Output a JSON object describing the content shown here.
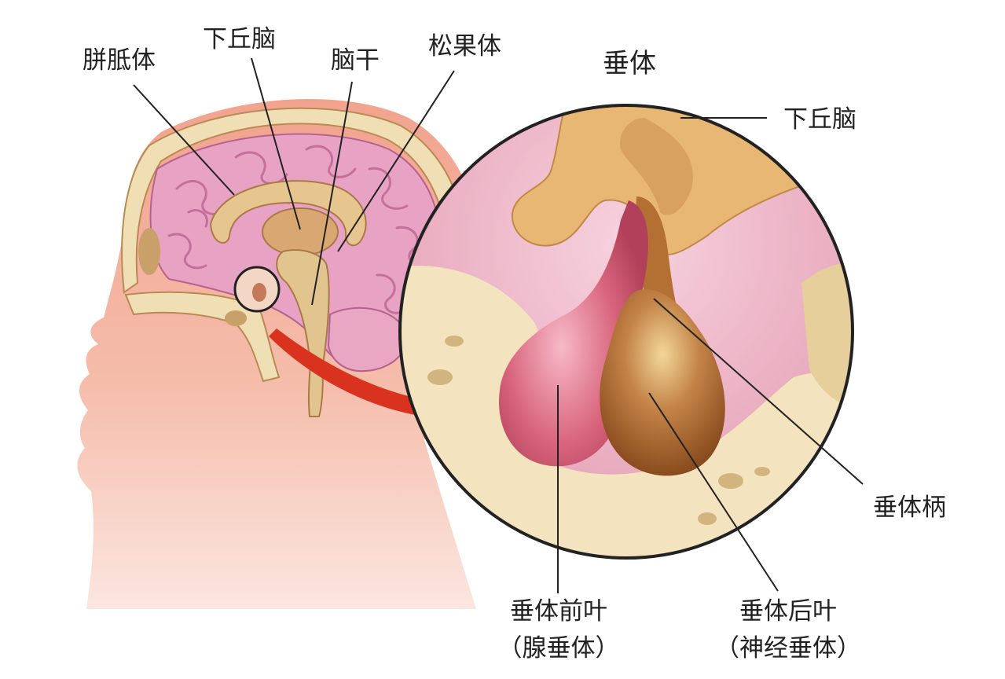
{
  "colors": {
    "skin": "#f2a38e",
    "skull": "#f0dfb4",
    "brain": "#e8a3c4",
    "tan": "#e7b773",
    "anterior": "#d9667e",
    "posterior": "#a6612c",
    "arrow": "#d9331f",
    "line": "#222222"
  },
  "labels": {
    "pineal_corpus": "胼胝体",
    "hypothalamus_left": "下丘脑",
    "brainstem": "脑干",
    "pineal_body": "松果体",
    "zoom_title": "垂体",
    "hypothalamus_right": "下丘脑",
    "stalk": "垂体柄",
    "anterior_line1": "垂体前叶",
    "anterior_line2": "（腺垂体）",
    "posterior_line1": "垂体后叶",
    "posterior_line2": "（神经垂体）"
  }
}
